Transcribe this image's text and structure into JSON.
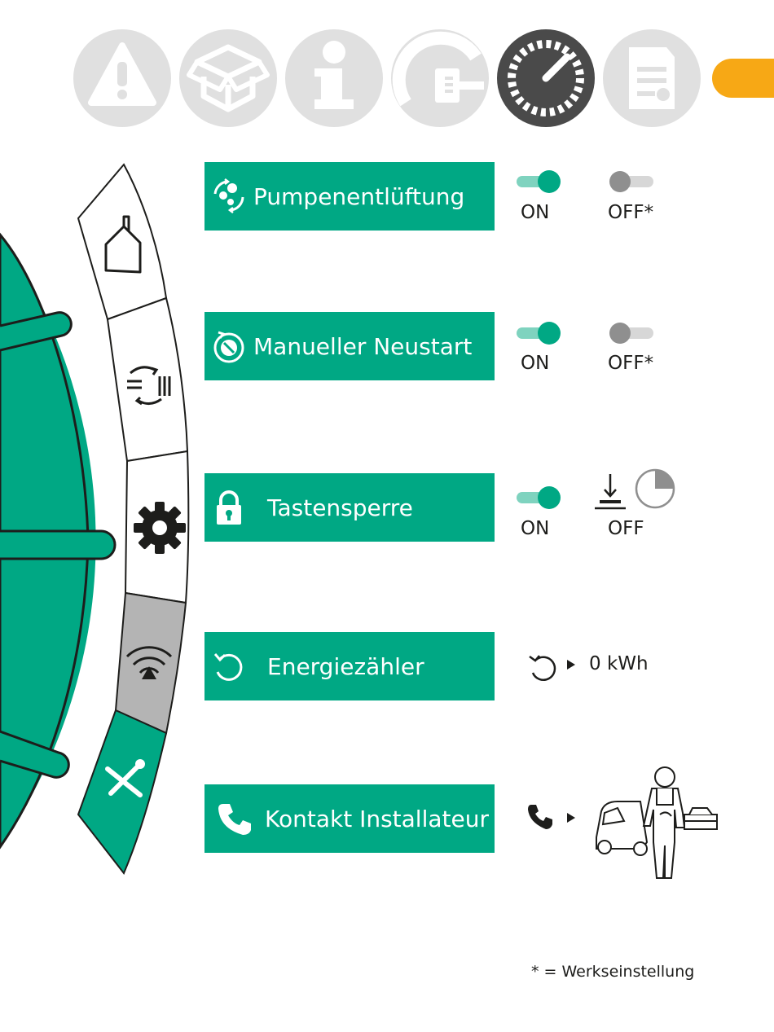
{
  "colors": {
    "brand_green": "#00a884",
    "toggle_track_on": "#7fd3bf",
    "toggle_off": "#8f8f8f",
    "toggle_off_track": "#d7d7d7",
    "nav_inactive": "#e0e0e0",
    "nav_active": "#4a4a4a",
    "accent_orange": "#f7a815",
    "wheel_gray": "#b4b4b4"
  },
  "nav": {
    "icons": [
      "warning-icon",
      "package-icon",
      "info-icon",
      "installation-icon",
      "settings-dial-icon",
      "document-icon"
    ],
    "active_index": 4
  },
  "wheel": {
    "segments": [
      "home-icon",
      "heat-mode-icon",
      "gear-icon",
      "wireless-icon",
      "tools-icon"
    ],
    "active_index": 4
  },
  "rows": [
    {
      "label": "Pumpenentlüftung",
      "icon": "pump-venting-icon",
      "on_label": "ON",
      "off_label": "OFF*"
    },
    {
      "label": "Manueller Neustart",
      "icon": "manual-restart-icon",
      "on_label": "ON",
      "off_label": "OFF*"
    },
    {
      "label": "Tastensperre",
      "icon": "lock-icon",
      "on_label": "ON",
      "off_label": "OFF"
    },
    {
      "label": "Energiezähler",
      "icon": "reset-icon",
      "value": "0 kWh"
    },
    {
      "label": "Kontakt Installateur",
      "icon": "phone-icon"
    }
  ],
  "footnote": "* = Werkseinstellung"
}
